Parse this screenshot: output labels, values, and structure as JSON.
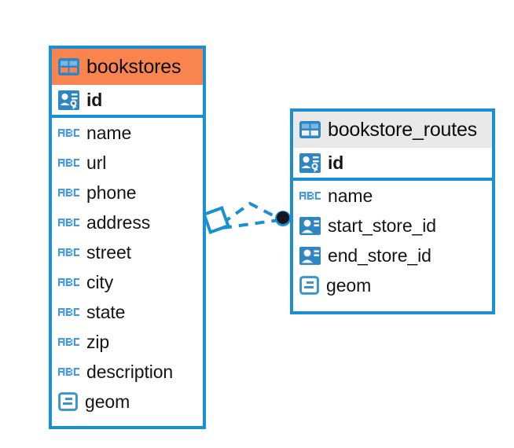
{
  "diagram": {
    "type": "entity-relationship-diagram",
    "background": "#ffffff",
    "accent_color": "#1a8fd1",
    "selected_color": "#fa8450",
    "unselected_header_color": "#e9e9e9",
    "icon_secondary_color": "#4a9bd1"
  },
  "entities": [
    {
      "name": "bookstores",
      "selected": true,
      "header_icon": "table-icon",
      "fields": [
        {
          "label": "id",
          "icon": "primary-key-icon",
          "key": true
        },
        {
          "label": "name",
          "icon": "abc-text-icon",
          "key": false
        },
        {
          "label": "url",
          "icon": "abc-text-icon",
          "key": false
        },
        {
          "label": "phone",
          "icon": "abc-text-icon",
          "key": false
        },
        {
          "label": "address",
          "icon": "abc-text-icon",
          "key": false
        },
        {
          "label": "street",
          "icon": "abc-text-icon",
          "key": false
        },
        {
          "label": "city",
          "icon": "abc-text-icon",
          "key": false
        },
        {
          "label": "state",
          "icon": "abc-text-icon",
          "key": false
        },
        {
          "label": "zip",
          "icon": "abc-text-icon",
          "key": false
        },
        {
          "label": "description",
          "icon": "abc-text-icon",
          "key": false
        },
        {
          "label": "geom",
          "icon": "geometry-icon",
          "key": false
        }
      ]
    },
    {
      "name": "bookstore_routes",
      "selected": false,
      "header_icon": "table-icon",
      "fields": [
        {
          "label": "id",
          "icon": "primary-key-icon",
          "key": true
        },
        {
          "label": "name",
          "icon": "abc-text-icon",
          "key": false
        },
        {
          "label": "start_store_id",
          "icon": "foreign-key-icon",
          "key": false
        },
        {
          "label": "end_store_id",
          "icon": "foreign-key-icon",
          "key": false
        },
        {
          "label": "geom",
          "icon": "geometry-icon",
          "key": false
        }
      ]
    }
  ],
  "relationship": {
    "style": "dashed",
    "color": "#1a8fd1",
    "source_marker": "rotated-square-marker",
    "target_marker": "filled-circle-marker",
    "link_count": 2
  }
}
